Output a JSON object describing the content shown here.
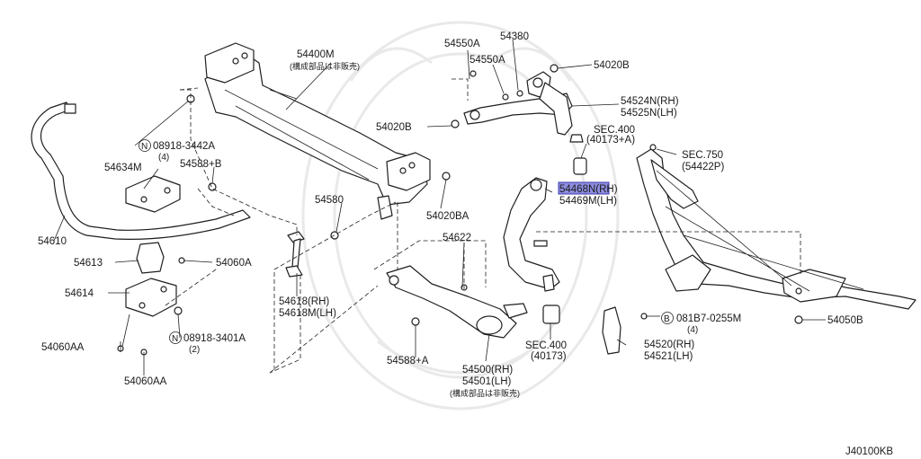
{
  "diagram_code": "J40100KB",
  "parts": {
    "p54400M": "54400M",
    "p54400M_note": "(構成部品は非販売)",
    "p54550A_1": "54550A",
    "p54550A_2": "54550A",
    "p54380": "54380",
    "p54020B_1": "54020B",
    "p54020B_2": "54020B",
    "p54524N": "54524N(RH)",
    "p54525N": "54525N(LH)",
    "sec400a": "SEC.400",
    "sec400a_ref": "(40173+A)",
    "sec750": "SEC.750",
    "sec750_ref": "(54422P)",
    "p54468N": "54468N(RH)",
    "p54469M": "54469M(LH)",
    "p08918_3442A": "08918-3442A",
    "p08918_3442A_qty": "(4)",
    "p08918_3442A_mark": "N",
    "p54634M": "54634M",
    "p54588B": "54588+B",
    "p54580": "54580",
    "p54020BA": "54020BA",
    "p54622": "54622",
    "p54610": "54610",
    "p54613": "54613",
    "p54060A": "54060A",
    "p54614": "54614",
    "p54618": "54618(RH)",
    "p54618M": "54618M(LH)",
    "p08918_3401A": "08918-3401A",
    "p08918_3401A_qty": "(2)",
    "p08918_3401A_mark": "N",
    "p54060AA_1": "54060AA",
    "p54060AA_2": "54060AA",
    "p54588A": "54588+A",
    "p54500": "54500(RH)",
    "p54501": "54501(LH)",
    "p54500_note": "(構成部品は非販売)",
    "sec400b": "SEC.400",
    "sec400b_ref": "(40173)",
    "p081B7": "081B7-0255M",
    "p081B7_qty": "(4)",
    "p081B7_mark": "B",
    "p54520": "54520(RH)",
    "p54521": "54521(LH)",
    "p54050B": "54050B"
  },
  "colors": {
    "line": "#1f1f1f",
    "highlight": "#8d8de0",
    "watermark": "#e9e9e9"
  }
}
